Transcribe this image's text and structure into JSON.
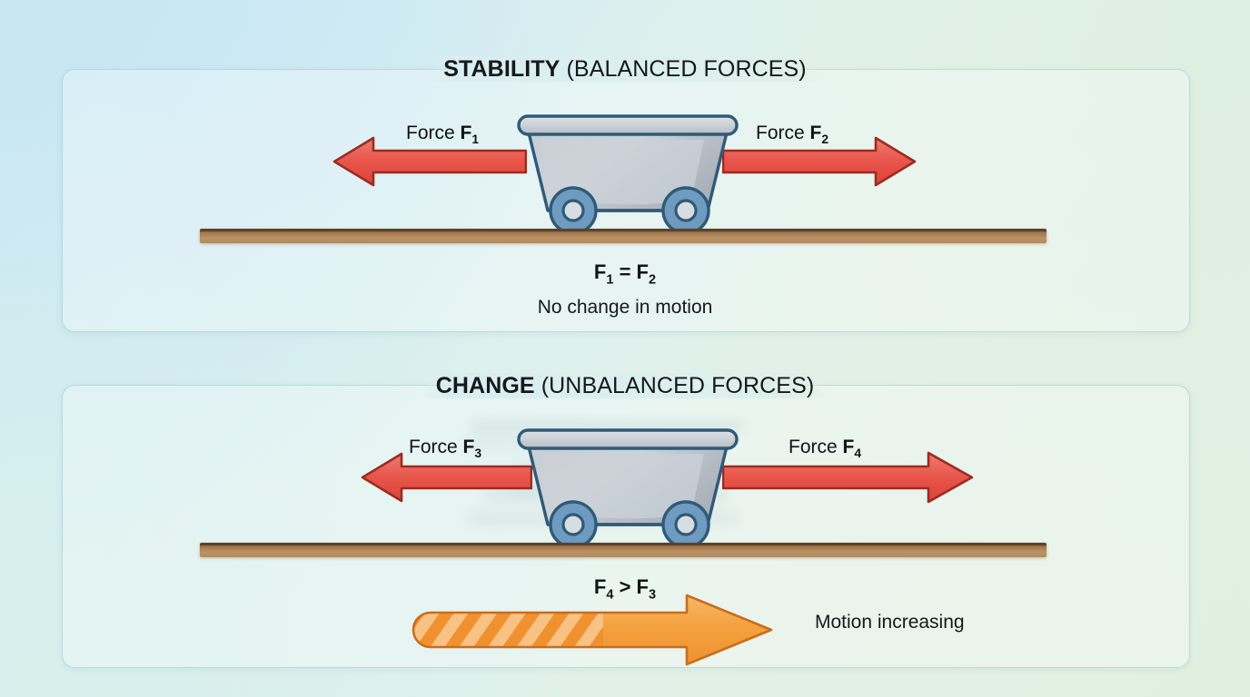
{
  "background": {
    "gradient_from": "#cbe7f4",
    "gradient_to": "#e0f0e0"
  },
  "panels": [
    {
      "id": "stability",
      "title_strong": "STABILITY",
      "title_light": " (BALANCED FORCES)",
      "left_force_label_prefix": "Force ",
      "left_force_symbol": "F",
      "left_force_sub": "1",
      "right_force_label_prefix": "Force ",
      "right_force_symbol": "F",
      "right_force_sub": "2",
      "equation": "F1 = F2",
      "equation_parts": {
        "left_sym": "F",
        "left_sub": "1",
        "operator": " = ",
        "right_sym": "F",
        "right_sub": "2"
      },
      "caption": "No change in motion"
    },
    {
      "id": "change",
      "title_strong": "CHANGE",
      "title_light": " (UNBALANCED FORCES)",
      "left_force_label_prefix": "Force ",
      "left_force_symbol": "F",
      "left_force_sub": "3",
      "right_force_label_prefix": "Force ",
      "right_force_symbol": "F",
      "right_force_sub": "4",
      "equation": "F4 > F3",
      "equation_parts": {
        "left_sym": "F",
        "left_sub": "4",
        "operator": " > ",
        "right_sym": "F",
        "right_sub": "3"
      },
      "motion_label": "Motion increasing"
    }
  ],
  "colors": {
    "force_arrow_fill": "#e8564c",
    "force_arrow_stroke": "#9c2b21",
    "motion_arrow_fill": "#f4a13f",
    "motion_arrow_stroke": "#c96d1c",
    "motion_arrow_stripe": "#f9c58a",
    "ground_brown": "#b08a60",
    "ground_brown_dark": "#5b4327",
    "cart_body": "#c2c8ce",
    "cart_outline": "#2f5a78",
    "wheel_tire": "#6f9bc0",
    "wheel_hub": "#d8dde2",
    "panel_border": "#96c3cd",
    "text": "#16181a"
  },
  "icons": {
    "left_force": "left-arrow-icon",
    "right_force": "right-arrow-icon",
    "motion": "motion-arrow-icon",
    "cart": "mine-cart-icon",
    "ground": "ground-bar-icon",
    "speed_lines": "motion-blur-icon"
  }
}
